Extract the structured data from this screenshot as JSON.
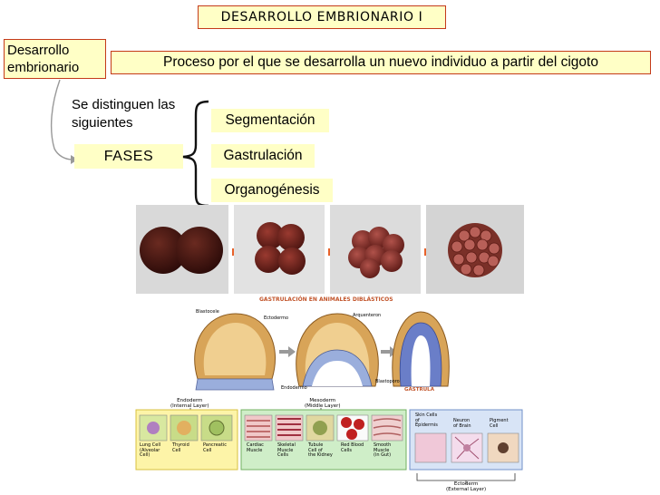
{
  "title": "DESARROLLO EMBRIONARIO I",
  "concept": {
    "line1": "Desarrollo",
    "line2": "embrionario"
  },
  "definition": "Proceso por el que se desarrolla un nuevo individuo a partir del cigoto",
  "distinguen": {
    "line1": "Se distinguen las",
    "line2": "siguientes"
  },
  "fases_label": "FASES",
  "phases": [
    "Segmentación",
    "Gastrulación",
    "Organogénesis"
  ],
  "gastrulation": {
    "title": "GASTRULACIÓN EN ANIMALES DIBLÁSTICOS",
    "labels": {
      "blastocele": "Blastocele",
      "ectodermo": "Ectodermo",
      "arquenteron": "Arquenteron",
      "endodermo": "Endodermo",
      "blastoporo": "Blastoporo",
      "gastrula": "GÁSTRULA"
    }
  },
  "germ_layers": {
    "endoderm": {
      "title": "Endoderm",
      "sub": "(Internal Layer)",
      "cells": [
        [
          "Lung Cell",
          "(Alveolar",
          "Cell)"
        ],
        [
          "Thyroid",
          "Cell"
        ],
        [
          "Pancreatic",
          "Cell"
        ]
      ]
    },
    "mesoderm": {
      "title": "Mesoderm",
      "sub": "(Middle Layer)",
      "cells": [
        [
          "Cardiac",
          "Muscle"
        ],
        [
          "Skeletal",
          "Muscle",
          "Cells"
        ],
        [
          "Tubule",
          "Cell of",
          "the Kidney"
        ],
        [
          "Red Blood",
          "Cells"
        ],
        [
          "Smooth",
          "Muscle",
          "(in Gut)"
        ]
      ]
    },
    "ectoderm": {
      "title": "Ectoderm",
      "sub": "(External Layer)",
      "cells": [
        [
          "Skin Cells",
          "of",
          "Epidermis"
        ],
        [
          "Neuron",
          "of Brain"
        ],
        [
          "Pigment",
          "Cell"
        ]
      ]
    }
  },
  "colors": {
    "box_fill": "#ffffc6",
    "box_border": "#c43a1a",
    "arrow": "#e8622a"
  }
}
